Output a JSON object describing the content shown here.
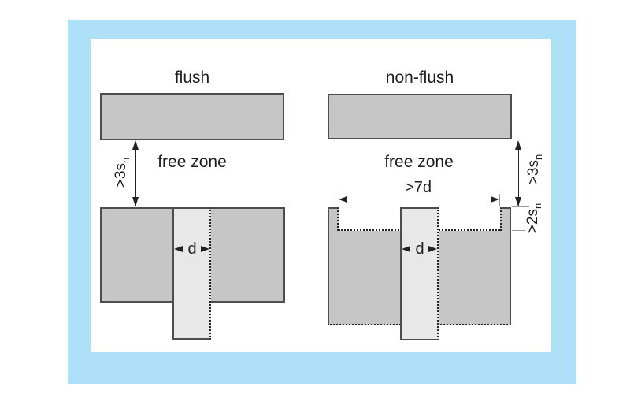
{
  "colors": {
    "frame_blue": "#aee1f8",
    "canvas_white": "#ffffff",
    "material_gray": "#c6c6c6",
    "sensor_gray": "#e8e8e9",
    "outline_dark": "#4d4d4d",
    "dimension_dark": "#222222",
    "extension_gray": "#999999",
    "text_dark": "#1d1d1d"
  },
  "flush_diagram": {
    "title": "flush",
    "free_zone_label": "free zone",
    "dim_3sn": {
      "prefix": ">3s",
      "sub": "n"
    },
    "dim_d": "d"
  },
  "non_flush_diagram": {
    "title": "non-flush",
    "free_zone_label": "free zone",
    "dim_7d": ">7d",
    "dim_3sn": {
      "prefix": ">3s",
      "sub": "n"
    },
    "dim_2sn": {
      "prefix": ">2s",
      "sub": "n"
    },
    "dim_d": "d"
  }
}
